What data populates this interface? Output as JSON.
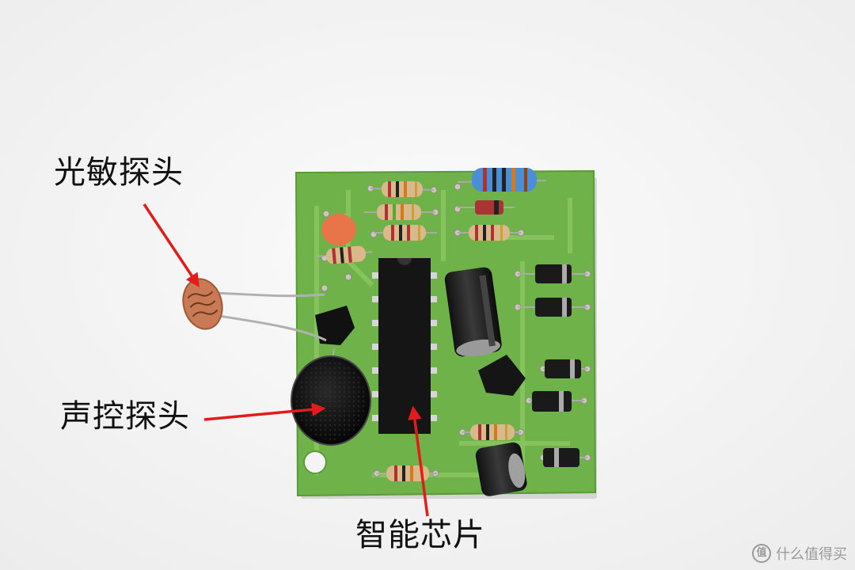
{
  "labels": {
    "light_probe": "光敏探头",
    "sound_probe": "声控探头",
    "smart_chip": "智能芯片"
  },
  "watermark": {
    "icon": "值",
    "text": "什么值得买"
  },
  "colors": {
    "pcb_green": "#6fb24a",
    "arrow_red": "#e31b1b",
    "background": "#f4f4f4"
  }
}
